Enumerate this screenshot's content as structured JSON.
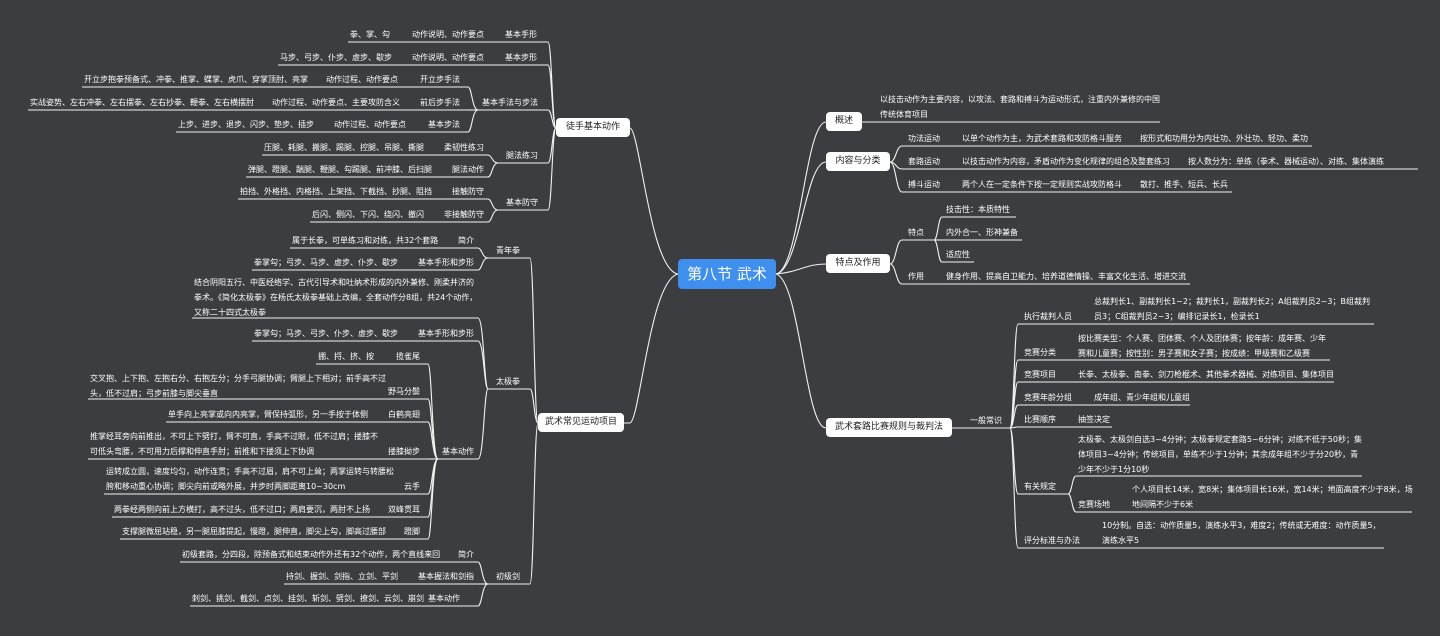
{
  "root": "第八节 武术",
  "left": {
    "b1": {
      "title": "徒手基本动作",
      "basic_hand": {
        "label": "基本手形",
        "items": "拳、掌、勾",
        "req": "动作说明、动作要点"
      },
      "basic_step": {
        "label": "基本步形",
        "items": "马步、弓步、仆步、虚步、歇步",
        "req": "动作说明、动作要点"
      },
      "hand_method": {
        "label": "基本手法与步法",
        "open": {
          "label": "开立步手法",
          "items": "开立步抱拳预备式、冲拳、推掌、蝶掌、虎爪、穿掌顶肘、亮掌",
          "req": "动作过程、动作要点"
        },
        "front": {
          "label": "前后步手法",
          "items": "实战姿势、左右冲拳、左右摆拳、左右抄拳、鞭拳、左右横摆肘",
          "req": "动作过程、动作要点、主要攻防含义"
        },
        "step": {
          "label": "基本步法",
          "items": "上步、进步、退步、闪步、垫步、插步",
          "req": "动作过程、动作要点"
        }
      },
      "leg": {
        "label": "腿法练习",
        "flex": {
          "label": "柔韧性练习",
          "items": "压腿、耗腿、搬腿、踢腿、控腿、吊腿、撕腿"
        },
        "move": {
          "label": "腿法动作",
          "items": "弹腿、蹬腿、踹腿、鞭腿、勾踢腿、前冲膝、后扫腿"
        }
      },
      "defense": {
        "label": "基本防守",
        "contact": {
          "label": "接触防守",
          "items": "拍挡、外格挡、内格挡、上架挡、下截挡、抄腿、阻挡"
        },
        "noncontact": {
          "label": "非接触防守",
          "items": "后闪、侧闪、下闪、绕闪、撤闪"
        }
      }
    },
    "b2": {
      "title": "武术常见运动项目",
      "youth": {
        "label": "青年拳",
        "intro_label": "简介",
        "intro": "属于长拳，可单练习和对练，共32个套路",
        "hand_label": "基本手形和步形",
        "hand": "拳掌勾；弓步、马步、虚步、仆步、歇步"
      },
      "taiji": {
        "label": "太极拳",
        "desc": "结合阴阳五行、中医经络学、古代引导术和吐纳术形成的内外兼修、刚柔并济的拳术。《简化太极拳》在杨氏太极拳基础上改编，全套动作分8组，共24个动作，又称二十四式太极拳",
        "hand_label": "基本手形和步形",
        "hand": "拳掌勾；马步、弓步、仆步、虚步、歇步",
        "basic_label": "基本动作",
        "moves": [
          {
            "name": "揽雀尾",
            "desc": "掤、捋、挤、按"
          },
          {
            "name": "野马分鬃",
            "desc": "交叉抱、上下抱、左抱右分、右抱左分；分手弓腿协调；臂腿上下相对；前手高不过头，低不过肩；弓步前膝与脚尖垂直"
          },
          {
            "name": "白鹤亮翅",
            "desc": "单手向上亮掌或向内亮掌，臂保持弧形，另一手按于体侧"
          },
          {
            "name": "搂膝拗步",
            "desc": "推掌经耳旁向前推出，不可上下劈打，臂不可直，手高不过眼，低不过肩；搂膝不可低头弯腰，不可用力后撑和伸直手肘；前推和下搂须上下协调"
          },
          {
            "name": "云手",
            "desc": "运转成立圆，速度均匀，动作连贯；手高不过眉，肩不可上耸；两掌运转与转腰松胯和移动重心协调；脚尖向前或略外展，并步时两脚距离10~30cm"
          },
          {
            "name": "双峰贯耳",
            "desc": "两拳经两侧向前上方横打，高不过头，低不过口；两肩要沉，两肘不上扬"
          },
          {
            "name": "蹬脚",
            "desc": "支撑腿微屈站稳，另一腿屈膝提起，慢蹬，腿伸直，脚尖上勾，脚高过腰部"
          }
        ]
      },
      "sword": {
        "label": "初级剑",
        "intro_label": "简介",
        "intro": "初级套路，分四段，除预备式和结束动作外还有32个动作，两个直线来回",
        "grip_label": "基本握法和剑指",
        "grip": "持剑、握剑、剑指、立剑、平剑",
        "basic_label": "基本动作",
        "basic": "刺剑、挑剑、截剑、点剑、挂剑、斩剑、劈剑、撩剑、云剑、崩剑"
      }
    }
  },
  "right": {
    "overview": {
      "label": "概述",
      "text": "以技击动作为主要内容，以攻法、套路和搏斗为运动形式，注重内外兼修的中国传统体育项目"
    },
    "content": {
      "label": "内容与分类",
      "power": {
        "label": "功法运动",
        "desc": "以单个动作为主，为武术套路和攻防格斗服务",
        "detail": "按形式和功用分为内壮功、外壮功、轻功、柔功"
      },
      "routine": {
        "label": "套路运动",
        "desc": "以技击动作为内容，矛盾动作为变化规律的组合及整套练习",
        "detail": "按人数分为：单练（拳术、器械运动）、对练、集体演练"
      },
      "combat": {
        "label": "搏斗运动",
        "desc": "两个人在一定条件下按一定规则实战攻防格斗",
        "detail": "散打、推手、短兵、长兵"
      }
    },
    "feature": {
      "label": "特点及作用",
      "traits_label": "特点",
      "traits": [
        "技击性：本质特性",
        "内外合一、形神兼备",
        "适应性"
      ],
      "effect_label": "作用",
      "effect": "健身作用、提高自卫能力、培养道德情操、丰富文化生活、增进交流"
    },
    "rules": {
      "label": "武术套路比赛规则与裁判法",
      "general": "一般常识",
      "referee": {
        "label": "执行裁判人员",
        "text": "总裁判长1、副裁判长1~2；裁判长1，副裁判长2；A组裁判员2~3；B组裁判员3；C组裁判员2~3；编排记录长1，检录长1"
      },
      "category": {
        "label": "竞赛分类",
        "text": "按比赛类型：个人赛、团体赛、个人及团体赛；按年龄：成年赛、少年赛和儿童赛；按性别：男子赛和女子赛；按成绩：甲级赛和乙级赛"
      },
      "items": {
        "label": "竞赛项目",
        "text": "长拳、太极拳、南拳、剑刀枪棍术、其他拳术器械、对练项目、集体项目"
      },
      "age": {
        "label": "竞赛年龄分组",
        "text": "成年组、青少年组和儿童组"
      },
      "order": {
        "label": "比赛顺序",
        "text": "抽签决定"
      },
      "related": {
        "label": "有关规定",
        "time": "太极拳、太极剑自选3~4分钟；太极拳规定套路5~6分钟；对练不低于50秒；集体项目3~4分钟；传统项目，单练不少于1分钟；其余成年组不少于分20秒，青少年不少于1分10秒",
        "venue_label": "竞赛场地",
        "venue": "个人项目长14米，宽8米；集体项目长16米，宽14米；地面高度不少于8米，场地间隔不少于6米"
      },
      "scoring": {
        "label": "评分标准与办法",
        "text": "10分制。自选：动作质量5，演练水平3，难度2；传统或无难度：动作质量5，演练水平5"
      }
    }
  }
}
